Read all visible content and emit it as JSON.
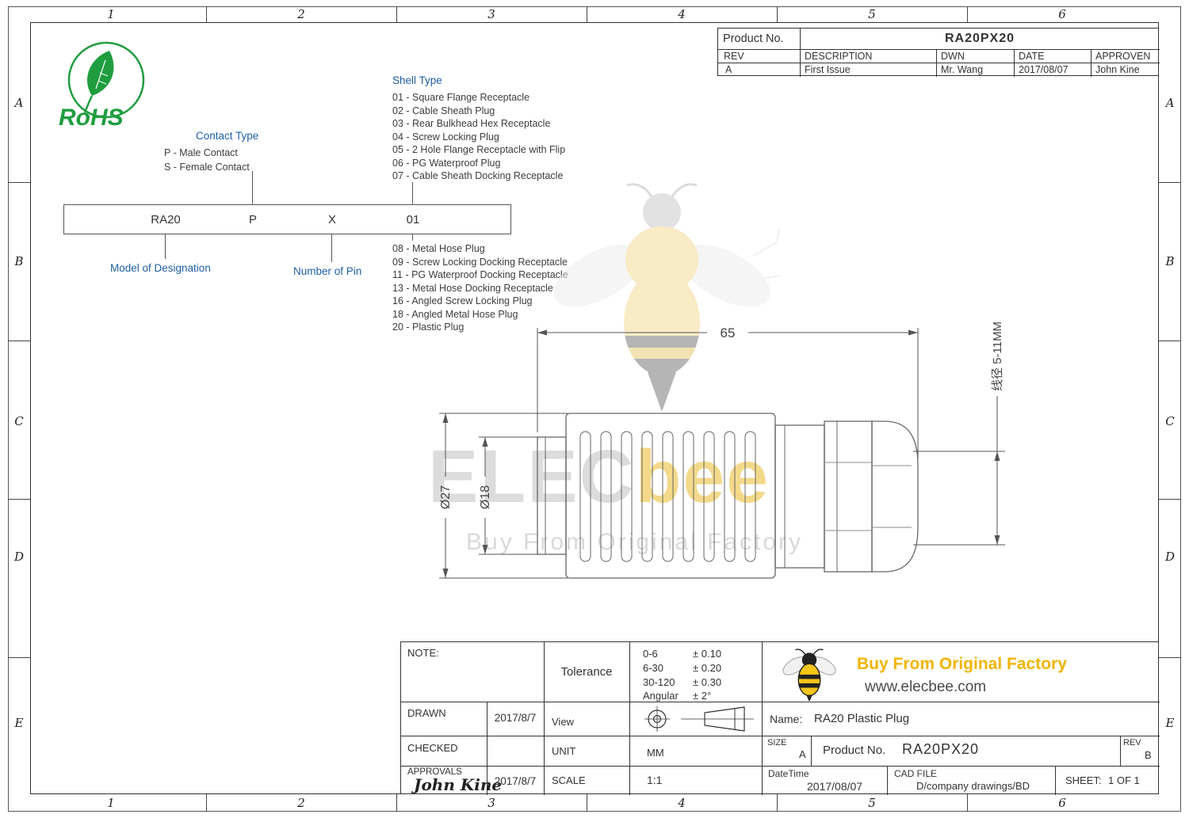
{
  "frame": {
    "cols": [
      "1",
      "2",
      "3",
      "4",
      "5",
      "6"
    ],
    "rows": [
      "A",
      "B",
      "C",
      "D",
      "E"
    ]
  },
  "rohs": {
    "label": "RoHS"
  },
  "rev_table": {
    "product_no_label": "Product No.",
    "product_no_value": "RA20PX20",
    "headers": [
      "REV",
      "DESCRIPTION",
      "DWN",
      "DATE",
      "APPROVEN"
    ],
    "row": [
      "A",
      "First Issue",
      "Mr. Wang",
      "2017/08/07",
      "John Kine"
    ]
  },
  "designation": {
    "contact_type_title": "Contact Type",
    "contact_types": [
      "P - Male Contact",
      "S - Female Contact"
    ],
    "shell_type_title": "Shell Type",
    "shell_types_upper": [
      "01 - Square Flange Receptacle",
      "02 - Cable Sheath Plug",
      "03 - Rear Bulkhead Hex Receptacle",
      "04 - Screw Locking Plug",
      "05 - 2 Hole Flange Receptacle with Flip",
      "06 - PG Waterproof Plug",
      "07 - Cable Sheath Docking Receptacle"
    ],
    "code_segments": [
      "RA20",
      "P",
      "X",
      "01"
    ],
    "shell_types_lower": [
      "08 - Metal Hose Plug",
      "09 - Screw Locking Docking Receptacle",
      "11 - PG Waterproof Docking Receptacle",
      "13 - Metal Hose Docking Receptacle",
      "16 - Angled Screw Locking Plug",
      "18 - Angled Metal Hose Plug",
      "20 - Plastic Plug"
    ],
    "model_label": "Model of Designation",
    "pin_label": "Number of Pin"
  },
  "drawing": {
    "dim_length": "65",
    "dim_outer_dia": "Ø27",
    "dim_inner_dia": "Ø18",
    "dim_wire": "线径 5-11MM"
  },
  "watermark": {
    "brand_gray": "ELEC",
    "brand_yellow": "bee",
    "tagline": "Buy From Original Factory"
  },
  "title_block": {
    "note_label": "NOTE:",
    "tolerance_label": "Tolerance",
    "tolerances": [
      {
        "range": "0-6",
        "value": "± 0.10"
      },
      {
        "range": "6-30",
        "value": "± 0.20"
      },
      {
        "range": "30-120",
        "value": "± 0.30"
      },
      {
        "range": "Angular",
        "value": "± 2°"
      }
    ],
    "drawn_label": "DRAWN",
    "drawn_date": "2017/8/7",
    "checked_label": "CHECKED",
    "approvals_label": "APPROVALS",
    "approvals_signature": "John Kine",
    "approvals_date": "2017/8/7",
    "view_label": "View",
    "unit_label": "UNIT",
    "unit_value": "MM",
    "scale_label": "SCALE",
    "scale_value": "1:1",
    "brand_tagline": "Buy From Original Factory",
    "brand_site": "www.elecbee.com",
    "name_label": "Name:",
    "name_value": "RA20 Plastic Plug",
    "size_label": "SIZE",
    "size_value": "A",
    "product_label": "Product No.",
    "product_value": "RA20PX20",
    "rev_label": "REV",
    "rev_value": "B",
    "datetime_label": "DateTime",
    "datetime_value": "2017/08/07",
    "cad_label": "CAD FILE",
    "cad_value": "D/company drawings/BD",
    "sheet_label": "SHEET:",
    "sheet_value": "1 OF 1"
  },
  "colors": {
    "accent_blue": "#1d5fa7",
    "rohs_green": "#1f9d3f",
    "brand_yellow": "#f0b400",
    "line": "#555555"
  }
}
